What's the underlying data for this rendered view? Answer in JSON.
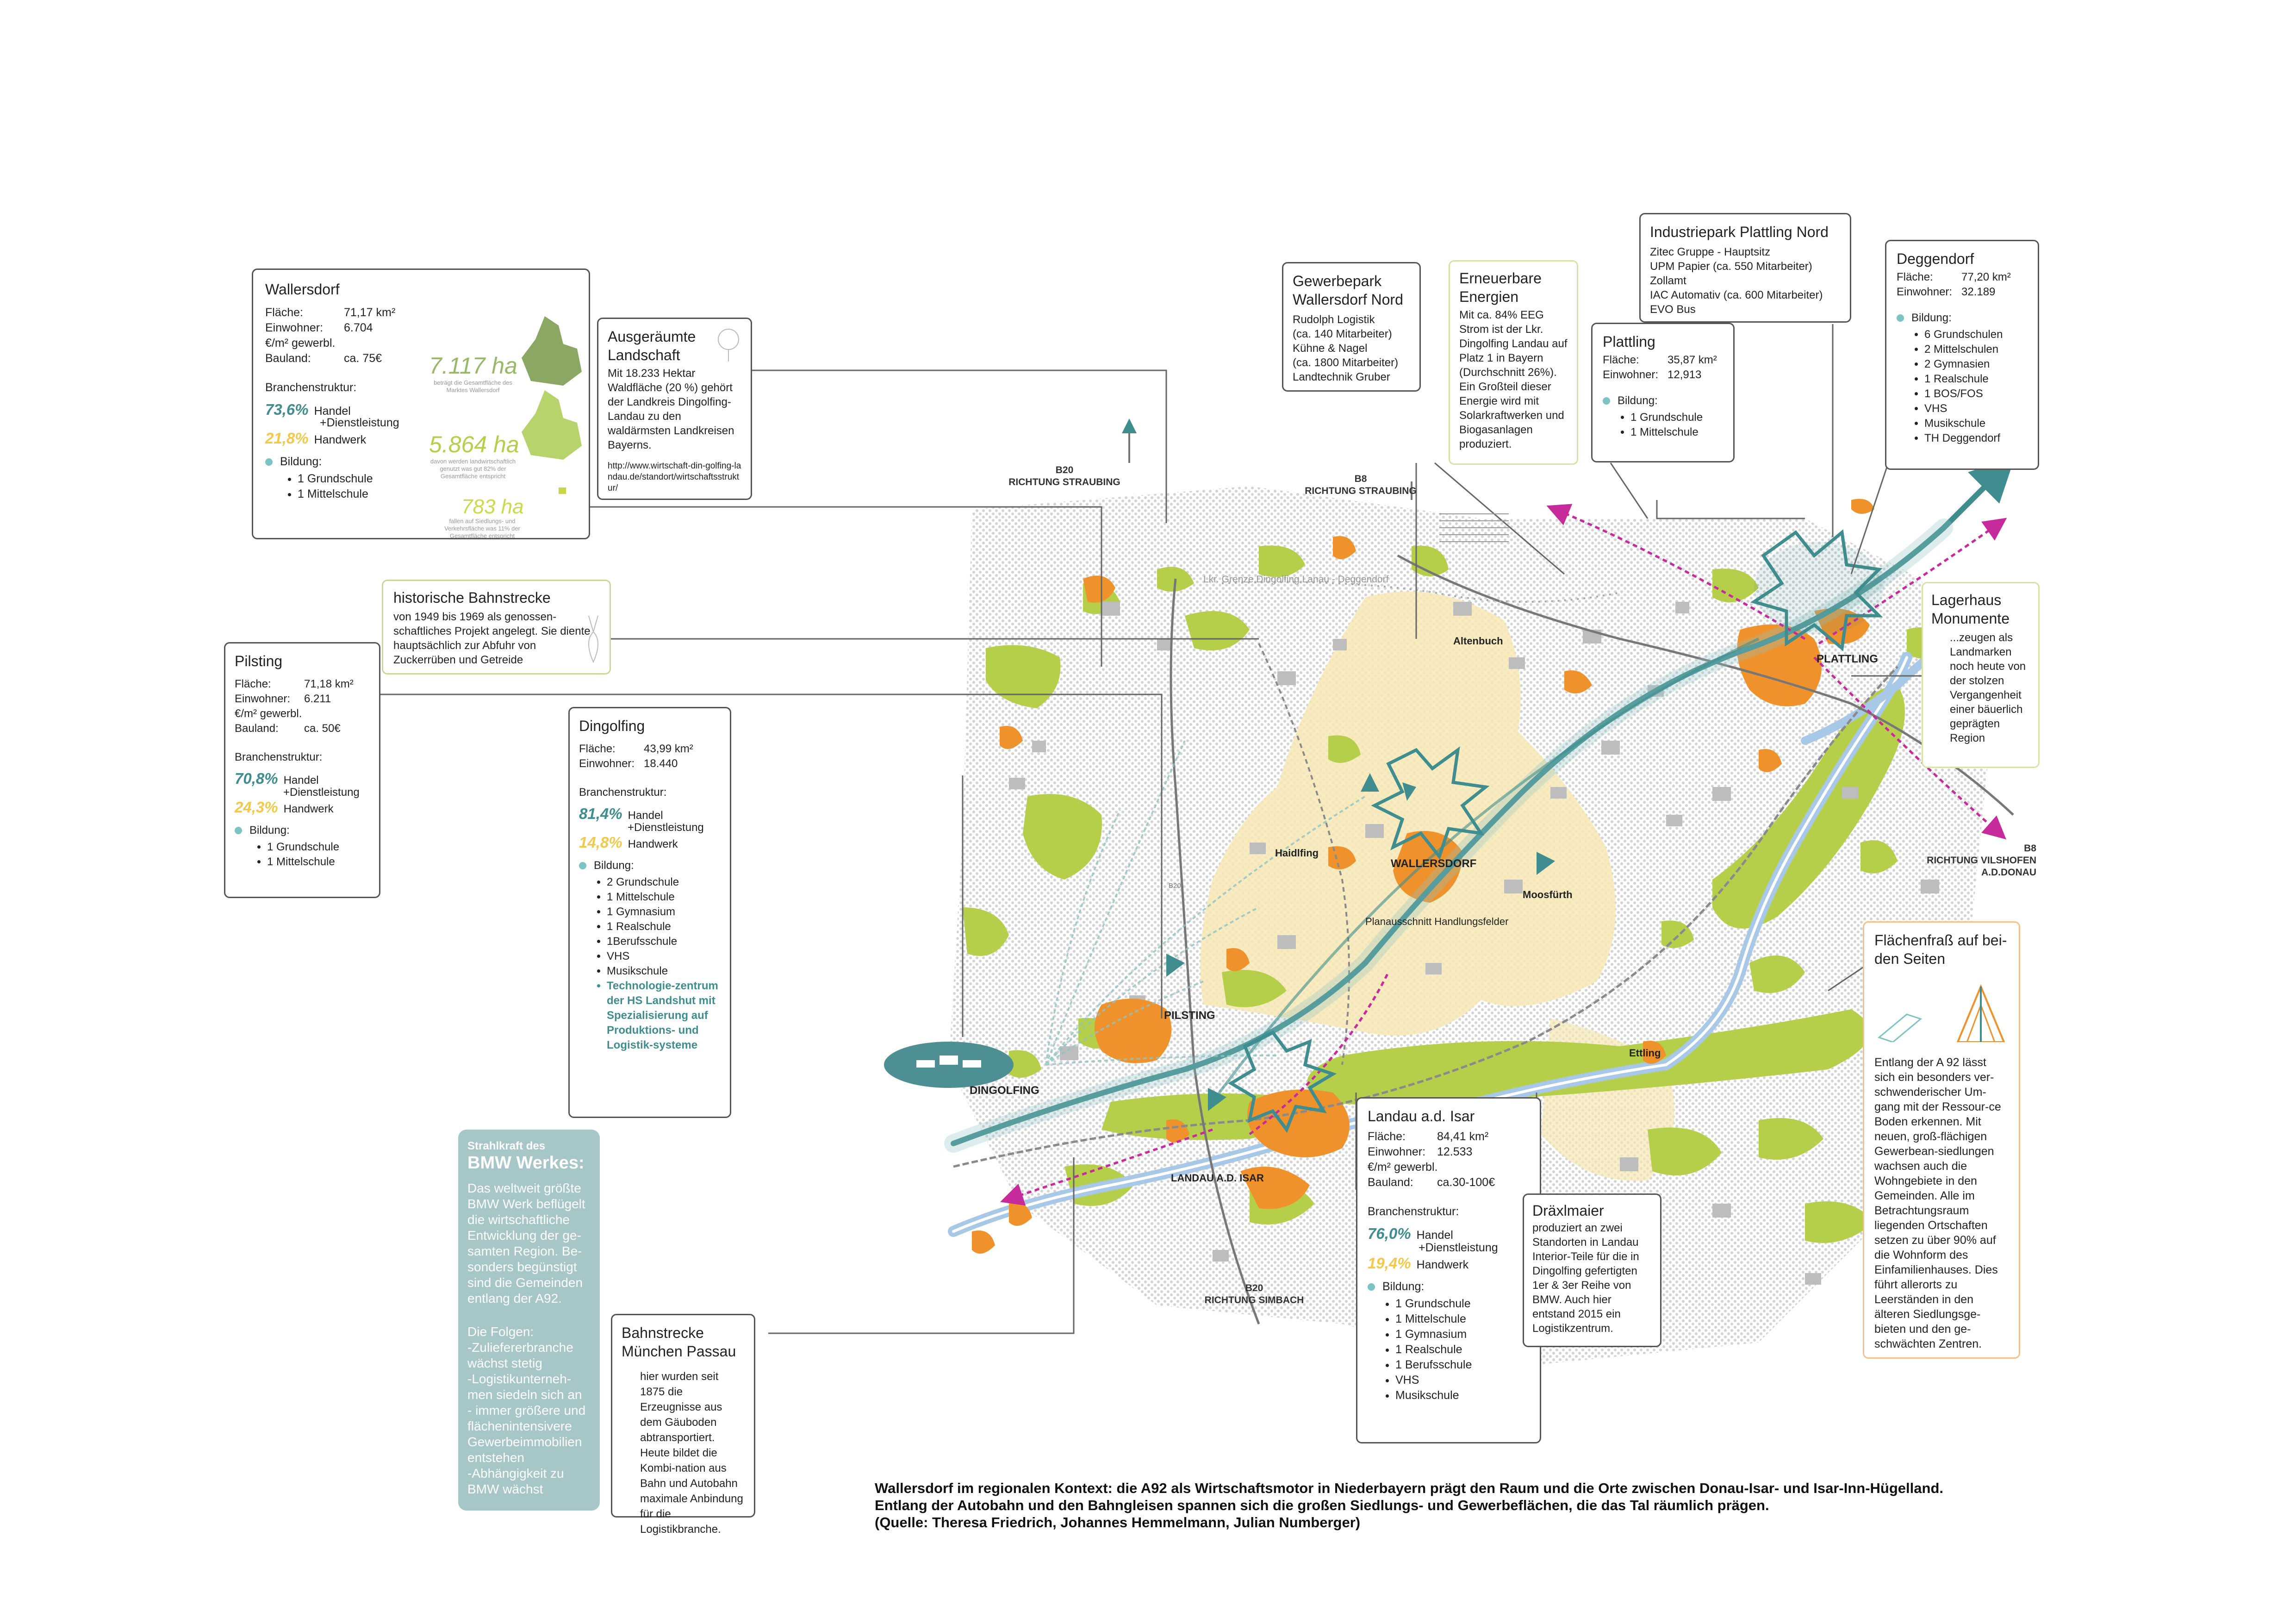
{
  "colors": {
    "teal": "#3f8d8e",
    "orange": "#f0922b",
    "green": "#b6cf4a",
    "yellow_area": "#f7e7b4",
    "magenta": "#c72b9b",
    "river": "#a8c8e8",
    "grey": "#bdbdbd"
  },
  "wallersdorf": {
    "title": "Wallersdorf",
    "rows": [
      {
        "k": "Fläche:",
        "v": "71,17 km²"
      },
      {
        "k": "Einwohner:",
        "v": "6.704"
      },
      {
        "k": "€/m² gewerbl.",
        "v": ""
      },
      {
        "k": "Bauland:",
        "v": "ca. 75€"
      }
    ],
    "branchen_label": "Branchenstruktur:",
    "pct1": "73,6%",
    "pct1_label": "Handel",
    "pct1_label2": "+Dienstleistung",
    "pct2": "21,8%",
    "pct2_label": "Handwerk",
    "bildung_label": "Bildung:",
    "bildung": [
      "1 Grundschule",
      "1 Mittelschule"
    ],
    "ha1": "7.117 ha",
    "ha1_note": "beträgt die Gesamtfläche des Marktes Wallersdorf",
    "ha2": "5.864 ha",
    "ha2_note": "davon werden landwirtschaftlich genutzt was gut 82% der Gesamtfläche entspricht",
    "ha3": "783 ha",
    "ha3_note": "fallen auf Siedlungs- und Verkehrsfläche was 11% der Gesamtfläche entspricht"
  },
  "ausgeraeumt": {
    "title1": "Ausgeräumte",
    "title2": "Landschaft",
    "text": "Mit 18.233 Hektar Waldfläche (20 %) gehört der Landkreis Dingolfing-Landau zu den waldärmsten Landkreisen Bayerns.",
    "url": "http://www.wirtschaft-din-golfing-landau.de/standort/wirtschaftsstruktur/"
  },
  "bahnstrecke_hist": {
    "title": "historische Bahnstrecke",
    "text": "von 1949 bis 1969 als genossen-schaftliches Projekt angelegt. Sie diente hauptsächlich zur Abfuhr von Zuckerrüben und Getreide"
  },
  "pilsting": {
    "title": "Pilsting",
    "rows": [
      {
        "k": "Fläche:",
        "v": "71,18 km²"
      },
      {
        "k": "Einwohner:",
        "v": "6.211"
      },
      {
        "k": "€/m² gewerbl.",
        "v": ""
      },
      {
        "k": "Bauland:",
        "v": "ca. 50€"
      }
    ],
    "branchen_label": "Branchenstruktur:",
    "pct1": "70,8%",
    "pct1_label": "Handel",
    "pct1_label2": "+Dienstleistung",
    "pct2": "24,3%",
    "pct2_label": "Handwerk",
    "bildung_label": "Bildung:",
    "bildung": [
      "1 Grundschule",
      "1 Mittelschule"
    ]
  },
  "dingolfing": {
    "title": "Dingolfing",
    "rows": [
      {
        "k": "Fläche:",
        "v": "43,99 km²"
      },
      {
        "k": "Einwohner:",
        "v": "18.440"
      }
    ],
    "branchen_label": "Branchenstruktur:",
    "pct1": "81,4%",
    "pct1_label": "Handel",
    "pct1_label2": "+Dienstleistung",
    "pct2": "14,8%",
    "pct2_label": "Handwerk",
    "bildung_label": "Bildung:",
    "bildung": [
      "2 Grundschule",
      "1 Mittelschule",
      "1 Gymnasium",
      "1 Realschule",
      "1Berufsschule",
      "VHS",
      "Musikschule"
    ],
    "tech": "Technologie-zentrum der HS Landshut mit Spezialisierung auf Produktions- und Logistik-systeme"
  },
  "bmw": {
    "title1": "Strahlkraft des",
    "title2": "BMW Werkes:",
    "text": "Das weltweit größte BMW Werk beflügelt die wirtschaftliche Entwicklung der ge-samten Region. Be-sonders begünstigt sind die Gemeinden entlang der A92.",
    "folgen": "Die Folgen:",
    "f1": "-Zuliefererbranche wächst stetig",
    "f2": "-Logistikunterneh-men siedeln sich an",
    "f3": "- immer größere und flächenintensivere Gewerbeimmobilien entstehen",
    "f4": "-Abhängigkeit zu BMW wächst"
  },
  "bahn_mp": {
    "title1": "Bahnstrecke",
    "title2": "München Passau",
    "text": "hier wurden seit 1875 die Erzeugnisse aus dem Gäuboden abtransportiert. Heute bildet die Kombi-nation aus Bahn und Autobahn maximale Anbindung für die Logistikbranche."
  },
  "landau": {
    "title": "Landau a.d. Isar",
    "rows": [
      {
        "k": "Fläche:",
        "v": "84,41 km²"
      },
      {
        "k": "Einwohner:",
        "v": "12.533"
      },
      {
        "k": "€/m² gewerbl.",
        "v": ""
      },
      {
        "k": "Bauland:",
        "v": "ca.30-100€"
      }
    ],
    "branchen_label": "Branchenstruktur:",
    "pct1": "76,0%",
    "pct1_label": "Handel",
    "pct1_label2": "+Dienstleistung",
    "pct2": "19,4%",
    "pct2_label": "Handwerk",
    "bildung_label": "Bildung:",
    "bildung": [
      "1 Grundschule",
      "1 Mittelschule",
      "1 Gymnasium",
      "1 Realschule",
      "1 Berufsschule",
      "VHS",
      "Musikschule"
    ]
  },
  "draexl": {
    "title": "Dräxlmaier",
    "text": "produziert an zwei Standorten in Landau Interior-Teile für die in Dingolfing gefertigten 1er & 3er Reihe von BMW.  Auch hier entstand 2015 ein Logistikzentrum."
  },
  "gewerbepark": {
    "title1": "Gewerbepark",
    "title2": "Wallersdorf Nord",
    "lines": [
      "Rudolph Logistik",
      "(ca. 140 Mitarbeiter)",
      "Kühne & Nagel",
      "(ca. 1800 Mitarbeiter)",
      "Landtechnik Gruber"
    ]
  },
  "erneuerbar": {
    "title1": "Erneuerbare",
    "title2": "Energien",
    "text": "Mit ca. 84% EEG Strom ist der Lkr. Dingolfing Landau auf Platz 1 in Bayern (Durchschnitt 26%). Ein Großteil dieser Energie wird mit Solarkraftwerken und Biogasanlagen produziert."
  },
  "plattling": {
    "title": "Plattling",
    "rows": [
      {
        "k": "Fläche:",
        "v": "35,87 km²"
      },
      {
        "k": "Einwohner:",
        "v": "12,913"
      }
    ],
    "bildung_label": "Bildung:",
    "bildung": [
      "1 Grundschule",
      "1 Mittelschule"
    ]
  },
  "industriepark": {
    "title": "Industriepark Plattling Nord",
    "lines": [
      "Zitec Gruppe - Hauptsitz",
      "UPM Papier (ca. 550 Mitarbeiter)",
      "Zollamt",
      "IAC Automativ (ca. 600 Mitarbeiter)",
      "EVO Bus"
    ]
  },
  "deggendorf": {
    "title": "Deggendorf",
    "rows": [
      {
        "k": "Fläche:",
        "v": "77,20 km²"
      },
      {
        "k": "Einwohner:",
        "v": "32.189"
      }
    ],
    "bildung_label": "Bildung:",
    "bildung": [
      "6 Grundschulen",
      "2 Mittelschulen",
      "2 Gymnasien",
      "1 Realschule",
      "1 BOS/FOS",
      "VHS",
      "Musikschule",
      "TH Deggendorf"
    ]
  },
  "lagerhaus": {
    "title1": "Lagerhaus",
    "title2": "Monumente",
    "text": "...zeugen als Landmarken noch heute von der stolzen Vergangenheit einer bäuerlich geprägten Region"
  },
  "flaechenfrass": {
    "title": "Flächenfraß auf bei-den Seiten",
    "text": "Entlang der A 92 lässt sich ein besonders ver-schwenderischer Um-gang mit der Ressour-ce Boden erkennen. Mit neuen, groß-flächigen Gewerbean-siedlungen wachsen auch die Wohngebiete in den Gemeinden. Alle im Betrachtungsraum liegenden Ortschaften setzen zu über 90% auf die Wohnform des Einfamilienhauses. Dies führt allerorts zu Leerständen in den älteren Siedlungsge-bieten und den ge-schwächten Zentren."
  },
  "map_labels": {
    "altenbuch": "Altenbuch",
    "haidlfing": "Haidlfing",
    "wallersdorf": "WALLERSDORF",
    "moosfuerth": "Moosfürth",
    "pilsting": "PILSTING",
    "dingolfing": "DINGOLFING",
    "landau": "LANDAU A.D. ISAR",
    "ettling": "Ettling",
    "plattling": "PLATTLING",
    "planaus": "Planausschnitt Handlungsfelder",
    "lkr": "Lkr. Grenze Dingolfing Lanau - Deggendorf",
    "b20_small": "B20"
  },
  "roads": {
    "b20n_1": "B20",
    "b20n_2": "RICHTUNG STRAUBING",
    "b8n_1": "B8",
    "b8n_2": "RICHTUNG STRAUBING",
    "b8e_1": "B8",
    "b8e_2": "RICHTUNG VILSHOFEN",
    "b8e_3": "A.D.DONAU",
    "b20s_1": "B20",
    "b20s_2": "RICHTUNG SIMBACH"
  },
  "caption": {
    "l1": "Wallersdorf im regionalen Kontext: die A92 als Wirtschaftsmotor in Niederbayern prägt den Raum und die Orte zwischen Donau-Isar- und Isar-Inn-Hügelland.",
    "l2": "Entlang der Autobahn und den Bahngleisen spannen sich die großen Siedlungs- und Gewerbeflächen, die das Tal räumlich prägen.",
    "l3": "(Quelle: Theresa Friedrich, Johannes Hemmelmann, Julian Numberger)"
  }
}
